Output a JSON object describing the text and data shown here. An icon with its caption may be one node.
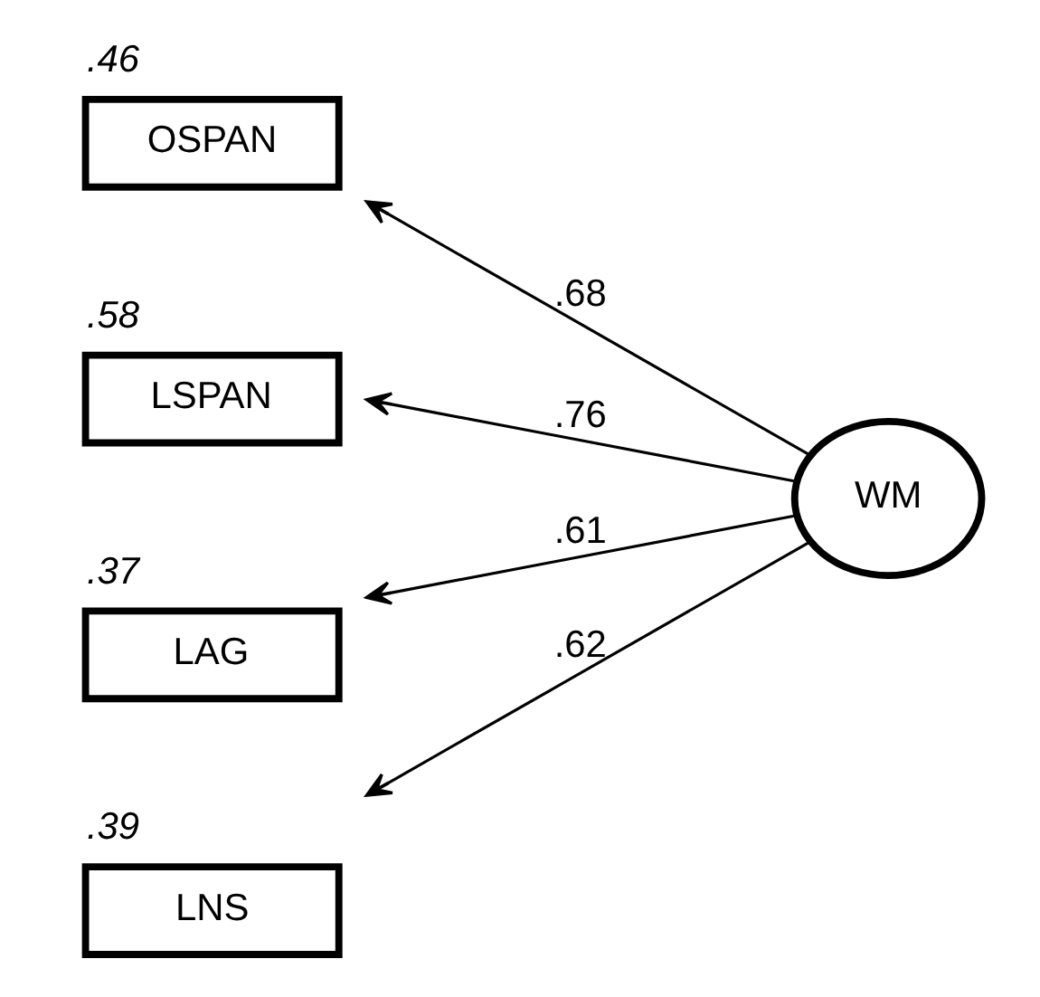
{
  "diagram": {
    "nodes": [
      {
        "text": [
          "OSPAN"
        ],
        "beside": [
          ".46"
        ]
      },
      {
        "text": [
          "LSPAN"
        ],
        "beside": [
          ".58"
        ]
      },
      {
        "text": [
          "LAG"
        ],
        "beside": [
          ".37"
        ]
      },
      {
        "text": [
          "LNS"
        ],
        "beside": [
          ".39"
        ]
      },
      {
        "text": [
          "WM"
        ]
      }
    ],
    "edges": [
      {
        "from": 4,
        "to": 0,
        "arrow": "to",
        "label": ".68"
      },
      {
        "from": 4,
        "to": 1,
        "arrow": "to",
        "label": ".76"
      },
      {
        "from": 4,
        "to": 2,
        "arrow": "to",
        "label": ".61"
      },
      {
        "from": 4,
        "to": 3,
        "arrow": "to",
        "label": ".62"
      }
    ]
  }
}
